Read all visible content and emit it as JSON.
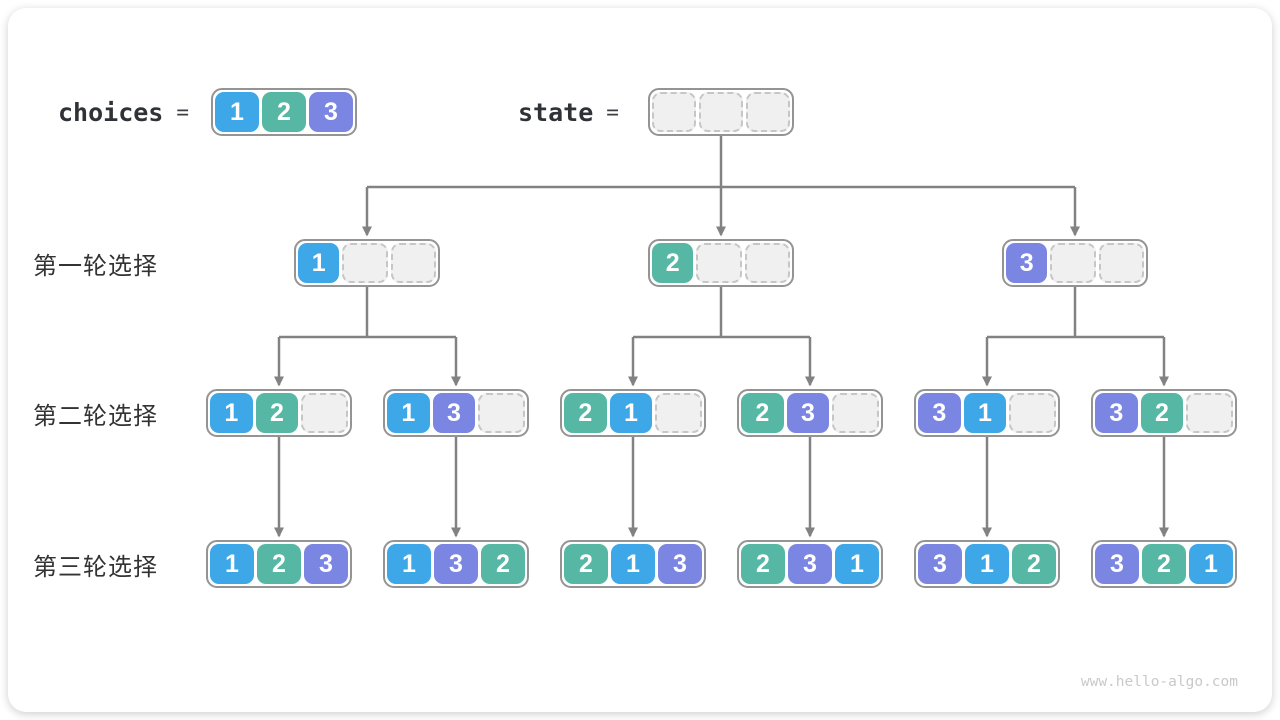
{
  "header": {
    "choices_label": "choices",
    "state_label": "state",
    "equals": "=",
    "choices_values": [
      1,
      2,
      3
    ],
    "state_cells": [
      null,
      null,
      null
    ]
  },
  "rows": [
    {
      "label": "第一轮选择",
      "nodes": [
        [
          1,
          null,
          null
        ],
        [
          2,
          null,
          null
        ],
        [
          3,
          null,
          null
        ]
      ]
    },
    {
      "label": "第二轮选择",
      "nodes": [
        [
          1,
          2,
          null
        ],
        [
          1,
          3,
          null
        ],
        [
          2,
          1,
          null
        ],
        [
          2,
          3,
          null
        ],
        [
          3,
          1,
          null
        ],
        [
          3,
          2,
          null
        ]
      ]
    },
    {
      "label": "第三轮选择",
      "nodes": [
        [
          1,
          2,
          3
        ],
        [
          1,
          3,
          2
        ],
        [
          2,
          1,
          3
        ],
        [
          2,
          3,
          1
        ],
        [
          3,
          1,
          2
        ],
        [
          3,
          2,
          1
        ]
      ]
    }
  ],
  "colors": {
    "value1": "#3da7e8",
    "value2": "#56b8a4",
    "value3": "#7b86e3",
    "empty_fill": "#f0f0f0",
    "node_border": "#949494",
    "arrow": "#828282",
    "label_text": "#333333",
    "watermark_text": "#c9c9c9"
  },
  "watermark": "www.hello-algo.com"
}
